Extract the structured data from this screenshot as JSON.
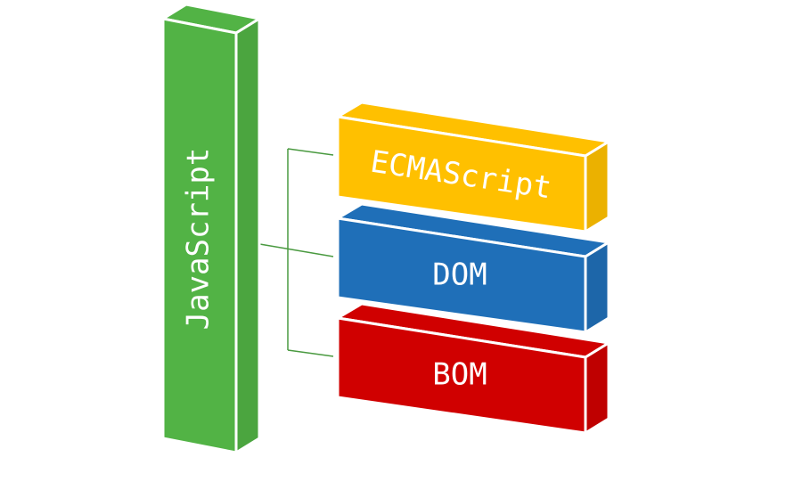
{
  "diagram": {
    "root": {
      "label": "JavaScript",
      "color": "#52b345"
    },
    "components": [
      {
        "label": "ECMAScript",
        "color": "#ffc000"
      },
      {
        "label": "DOM",
        "color": "#1f6fb8"
      },
      {
        "label": "BOM",
        "color": "#d00000"
      }
    ],
    "connector_color": "#4a9a40"
  }
}
